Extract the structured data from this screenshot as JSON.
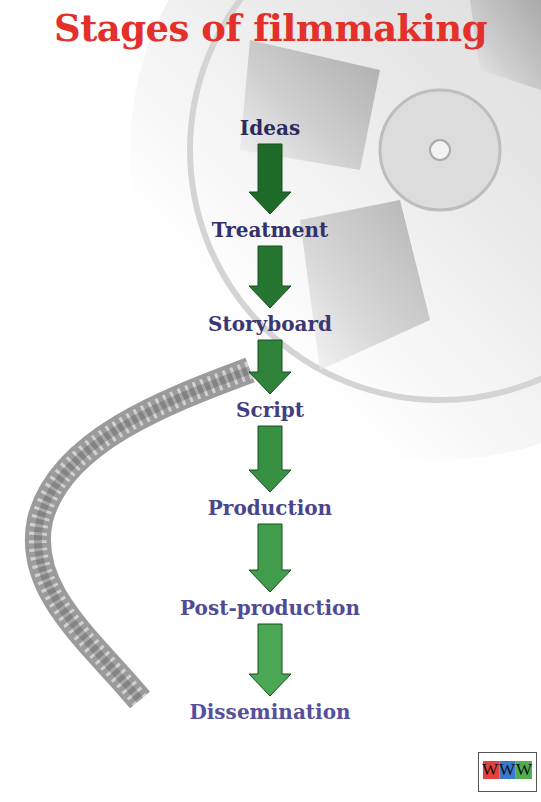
{
  "diagram": {
    "title": "Stages of filmmaking",
    "nodes": [
      {
        "text": [
          "Ideas"
        ]
      },
      {
        "text": [
          "Treatment"
        ]
      },
      {
        "text": [
          "Storyboard"
        ]
      },
      {
        "text": [
          "Script"
        ]
      },
      {
        "text": [
          "Production"
        ]
      },
      {
        "text": [
          "Post-production"
        ]
      },
      {
        "text": [
          "Dissemination"
        ]
      }
    ],
    "edges": [
      {
        "from": 0,
        "to": 1,
        "arrow": "to"
      },
      {
        "from": 1,
        "to": 2,
        "arrow": "to"
      },
      {
        "from": 2,
        "to": 3,
        "arrow": "to"
      },
      {
        "from": 3,
        "to": 4,
        "arrow": "to"
      },
      {
        "from": 4,
        "to": 5,
        "arrow": "to"
      },
      {
        "from": 5,
        "to": 6,
        "arrow": "to"
      }
    ],
    "labels": [
      "WWW"
    ]
  }
}
